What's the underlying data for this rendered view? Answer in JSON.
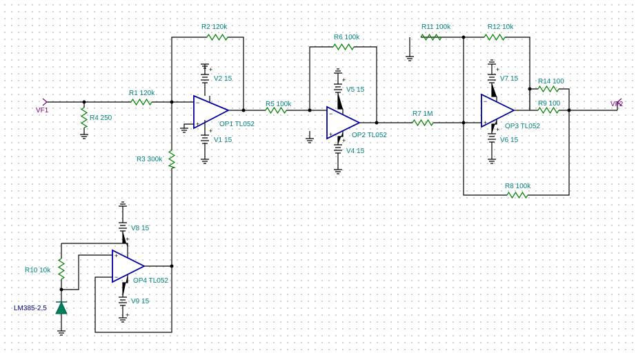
{
  "nets": {
    "input": "VF1",
    "output": "VF2"
  },
  "resistors": {
    "R1": "R1 120k",
    "R2": "R2 120k",
    "R3": "R3 300k",
    "R4": "R4 250",
    "R5": "R5 100k",
    "R6": "R6 100k",
    "R7": "R7 1M",
    "R8": "R8 100k",
    "R9": "R9 100",
    "R10": "R10 10k",
    "R11": "R11 100k",
    "R12": "R12 10k",
    "R14": "R14 100"
  },
  "opamps": {
    "OP1": "OP1 TL052",
    "OP2": "OP2 TL052",
    "OP3": "OP3 TL052",
    "OP4": "OP4 TL052"
  },
  "sources": {
    "V1": "V1 15",
    "V2": "V2 15",
    "V4": "V4 15",
    "V5": "V5 15",
    "V6": "V6 15",
    "V7": "V7 15",
    "V8": "V8 15",
    "V9": "V9 15"
  },
  "diode": "LM385-2,5",
  "symbols": {
    "plus": "+",
    "minus": "−"
  },
  "colors": {
    "wire": "#000000",
    "resistor": "#008000",
    "opamp": "#0000a0",
    "label": "#008080",
    "net": "#800080",
    "diode_fill": "#008060"
  }
}
